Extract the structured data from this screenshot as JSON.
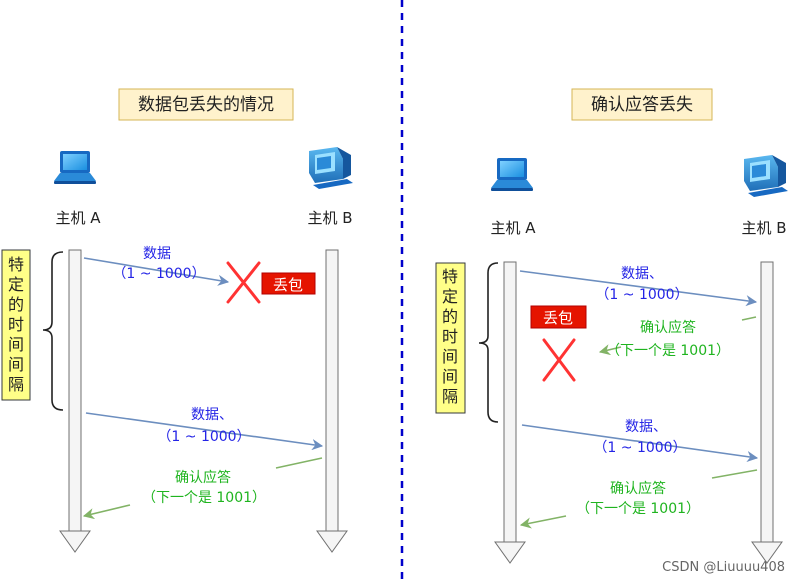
{
  "left_panel": {
    "title": "数据包丢失的情况",
    "host_a": "主机 A",
    "host_b": "主机 B",
    "interval_chars": [
      "特",
      "定",
      "的",
      "时",
      "间",
      "间",
      "隔"
    ],
    "data_1": {
      "line1": "数据",
      "line2": "（1 ~ 1000）"
    },
    "loss_label": "丢包",
    "data_2": {
      "line1": "数据、",
      "line2": "（1 ~ 1000）"
    },
    "ack": {
      "line1": "确认应答",
      "line2": "（下一个是 1001）"
    }
  },
  "right_panel": {
    "title": "确认应答丢失",
    "host_a": "主机 A",
    "host_b": "主机 B",
    "interval_chars": [
      "特",
      "定",
      "的",
      "时",
      "间",
      "间",
      "隔"
    ],
    "data_1": {
      "line1": "数据、",
      "line2": "（1 ~ 1000）"
    },
    "loss_label": "丢包",
    "ack_1": {
      "line1": "确认应答",
      "line2": "（下一个是 1001）"
    },
    "data_2": {
      "line1": "数据、",
      "line2": "（1 ~ 1000）"
    },
    "ack_2": {
      "line1": "确认应答",
      "line2": "（下一个是 1001）"
    }
  },
  "watermark": "CSDN @Liuuuu408",
  "colors": {
    "title_fill": "#fff2cc",
    "data_arrow": "#6c8ebf",
    "ack_arrow": "#82b366",
    "data_text": "#2424e6",
    "ack_text": "#1fb41f",
    "loss_badge": "#e51400",
    "cross": "#ff3333",
    "divider": "#0000cc",
    "interval_box": "#ffff88"
  },
  "icons": [
    "laptop-icon",
    "desktop-computer-icon"
  ]
}
